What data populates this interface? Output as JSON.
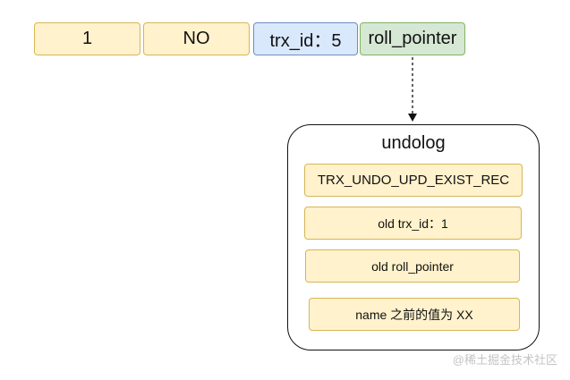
{
  "row": {
    "cells": [
      "1",
      "NO",
      "trx_id：5",
      "roll_pointer"
    ]
  },
  "undolog": {
    "title": "undolog",
    "records": [
      "TRX_UNDO_UPD_EXIST_REC",
      "old trx_id：1",
      "old roll_pointer",
      "name 之前的值为 XX"
    ]
  },
  "watermark": "@稀土掘金技术社区",
  "colors": {
    "yellow_fill": "#fff2cc",
    "yellow_stroke": "#d6b656",
    "blue_fill": "#dae8fc",
    "blue_stroke": "#6c8ebf",
    "green_fill": "#d5e8d4",
    "green_stroke": "#82b366"
  }
}
